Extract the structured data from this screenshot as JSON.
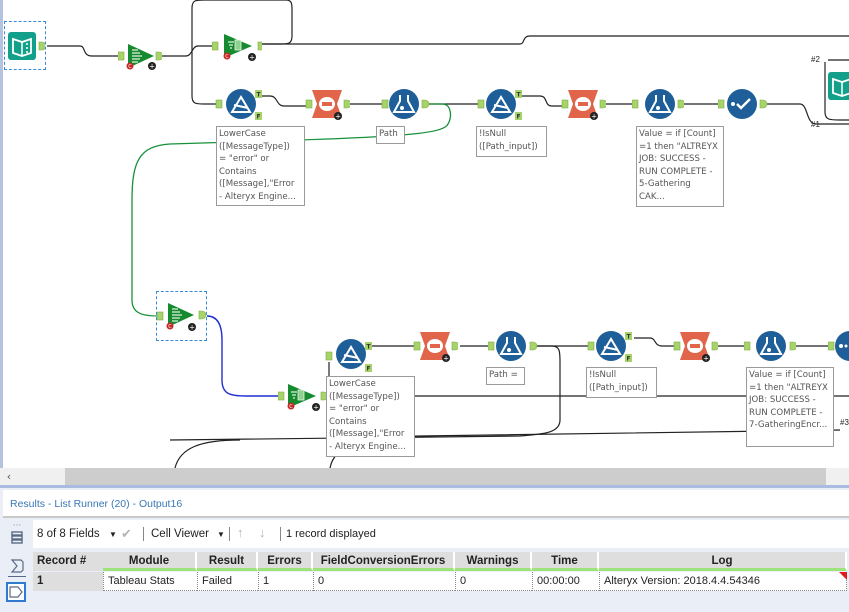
{
  "canvas": {
    "annotations": [
      {
        "id": "filter1-anno",
        "text": "LowerCase\n([MessageType])\n= \"error\" or\nContains\n([Message],\"Error\n- Alteryx Engine..."
      },
      {
        "id": "formula1-anno",
        "text": "Path"
      },
      {
        "id": "filter2-anno",
        "text": "!IsNull\n([Path_input])"
      },
      {
        "id": "formula2-anno",
        "text": "Value = if [Count]\n=1 then \"ALTREYX\nJOB: SUCCESS -\nRUN COMPLETE -\n5-Gathering\nCAK..."
      },
      {
        "id": "filter3-anno",
        "text": "LowerCase\n([MessageType])\n= \"error\" or\nContains\n([Message],\"Error\n- Alteryx Engine..."
      },
      {
        "id": "formula3-anno",
        "text": "Path ="
      },
      {
        "id": "filter4-anno",
        "text": "!IsNull\n([Path_input])"
      },
      {
        "id": "formula4-anno",
        "text": "Value = if [Count]\n=1 then \"ALTREYX\nJOB: SUCCESS -\nRUN COMPLETE -\n7-GatheringEncr..."
      }
    ],
    "connection_labels": {
      "c1": "#1",
      "c2": "#2",
      "c3": "#3"
    },
    "port_labels": {
      "true": "T",
      "false": "F"
    }
  },
  "scrollbar": {
    "left_arrow": "‹"
  },
  "results": {
    "title": "Results - List Runner (20) - Output16",
    "toolbar": {
      "fields": "8 of 8 Fields",
      "viewer": "Cell Viewer",
      "status": "1 record displayed"
    },
    "table": {
      "columns": [
        "Record #",
        "Module",
        "Result",
        "Errors",
        "FieldConversionErrors",
        "Warnings",
        "Time",
        "Log"
      ],
      "rows": [
        {
          "record": "1",
          "module": "Tableau Stats",
          "result": "Failed",
          "errors": "1",
          "field_conversion_errors": "0",
          "warnings": "0",
          "time": "00:00:00",
          "log": "Alteryx Version: 2018.4.4.54346"
        }
      ]
    }
  },
  "colors": {
    "accent": "#3a78b5",
    "tool_blue": "#1f5f99",
    "tool_green": "#168a2e",
    "tool_teal": "#12a08a",
    "tool_orange": "#e0654a",
    "port": "#a6d36a",
    "header_underline": "#9ee27a"
  }
}
